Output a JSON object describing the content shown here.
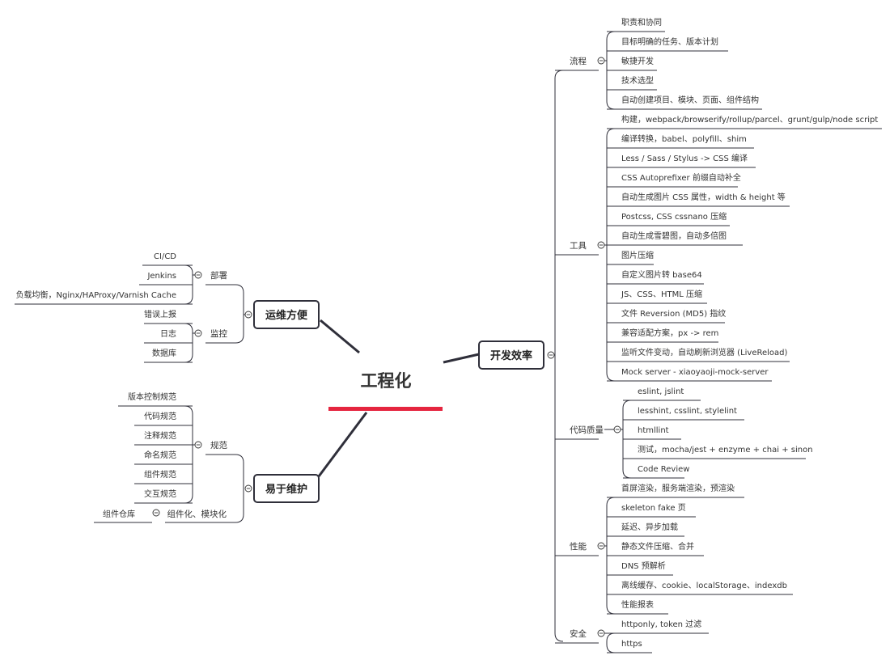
{
  "root": {
    "label": "工程化",
    "underline_color": "#e5253f"
  },
  "colors": {
    "line": "#2f2f3a",
    "text": "#333333",
    "background": "#ffffff"
  },
  "right": {
    "label": "开发效率",
    "groups": [
      {
        "label": "流程",
        "items": [
          "职责和协同",
          "目标明确的任务、版本计划",
          "敏捷开发",
          "技术选型",
          "自动创建项目、模块、页面、组件结构"
        ]
      },
      {
        "label": "工具",
        "items": [
          "构建，webpack/browserify/rollup/parcel、grunt/gulp/node script",
          "编译转换，babel、polyfill、shim",
          "Less / Sass / Stylus -> CSS 编译",
          "CSS Autoprefixer 前缀自动补全",
          "自动生成图片 CSS 属性，width & height 等",
          "Postcss, CSS cssnano 压缩",
          "自动生成雪碧图，自动多倍图",
          "图片压缩",
          "自定义图片转 base64",
          "JS、CSS、HTML 压缩",
          "文件 Reversion (MD5) 指纹",
          "兼容适配方案，px -> rem",
          "监听文件变动，自动刷新浏览器 (LiveReload)",
          "Mock server - xiaoyaoji-mock-server"
        ]
      },
      {
        "label": "代码质量",
        "items": [
          "eslint, jslint",
          "lesshint, csslint, stylelint",
          "htmllint",
          "测试，mocha/jest + enzyme + chai + sinon",
          "Code Review"
        ]
      },
      {
        "label": "性能",
        "items": [
          "首屏渲染，服务端渲染，预渲染",
          "skeleton fake 页",
          "延迟、异步加载",
          "静态文件压缩、合并",
          "DNS 预解析",
          "离线缓存、cookie、localStorage、indexdb",
          "性能报表"
        ]
      },
      {
        "label": "安全",
        "items": [
          "httponly, token 过滤",
          "https"
        ]
      }
    ]
  },
  "left_top": {
    "label": "运维方便",
    "groups": [
      {
        "label": "部署",
        "items": [
          "CI/CD",
          "Jenkins",
          "负载均衡，Nginx/HAProxy/Varnish Cache"
        ]
      },
      {
        "label": "监控",
        "items": [
          "错误上报",
          "日志",
          "数据库"
        ]
      }
    ]
  },
  "left_bottom": {
    "label": "易于维护",
    "groups": [
      {
        "label": "规范",
        "items": [
          "版本控制规范",
          "代码规范",
          "注释规范",
          "命名规范",
          "组件规范",
          "交互规范"
        ]
      },
      {
        "label": "组件化、模块化",
        "items": [
          "组件仓库"
        ]
      }
    ]
  }
}
